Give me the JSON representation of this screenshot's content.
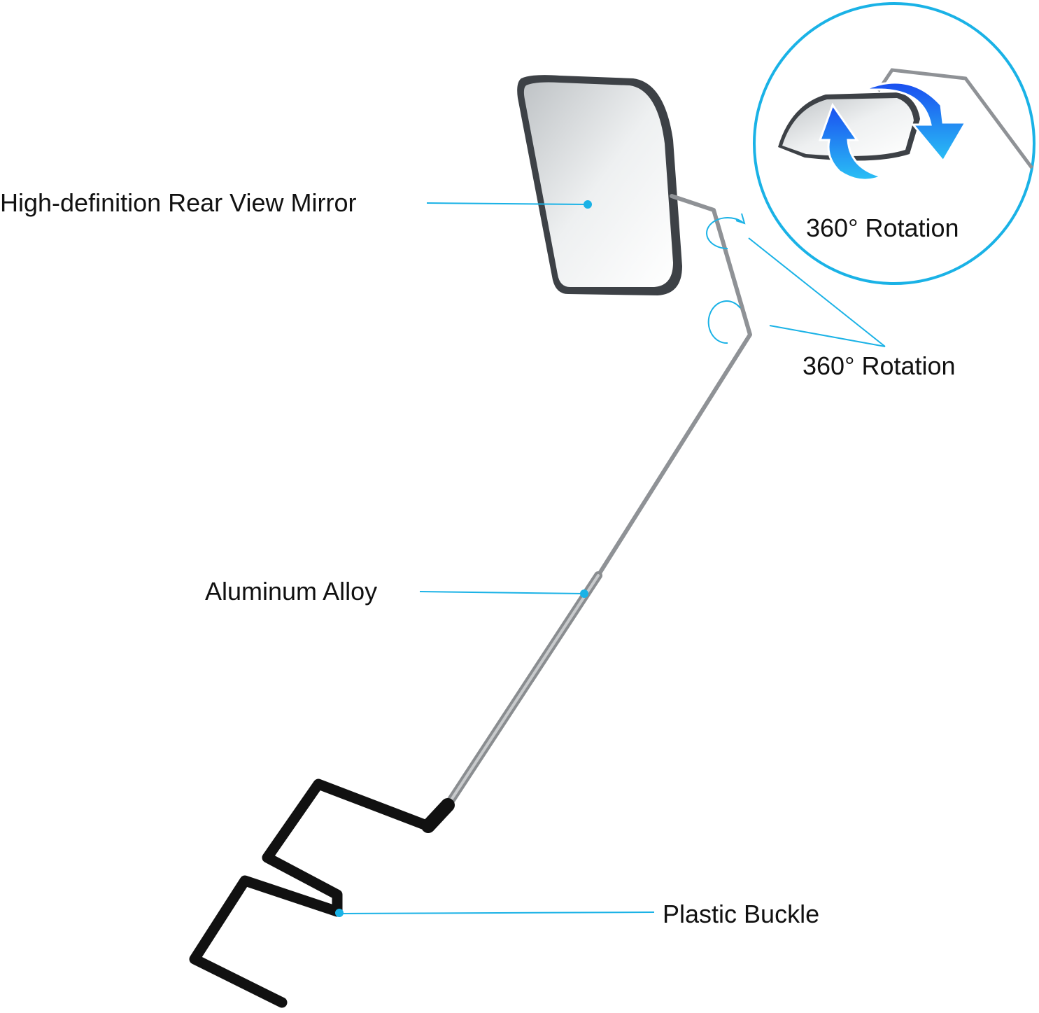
{
  "labels": {
    "mirror": "High-definition Rear View Mirror",
    "joint_rotation": "360° Rotation",
    "inset_rotation": "360° Rotation",
    "rod": "Aluminum Alloy",
    "buckle": "Plastic Buckle"
  },
  "colors": {
    "accent": "#1ab2e6",
    "arrow_blue": "#1a6ef0",
    "buckle": "#111111",
    "rod": "#9a9a9a"
  }
}
